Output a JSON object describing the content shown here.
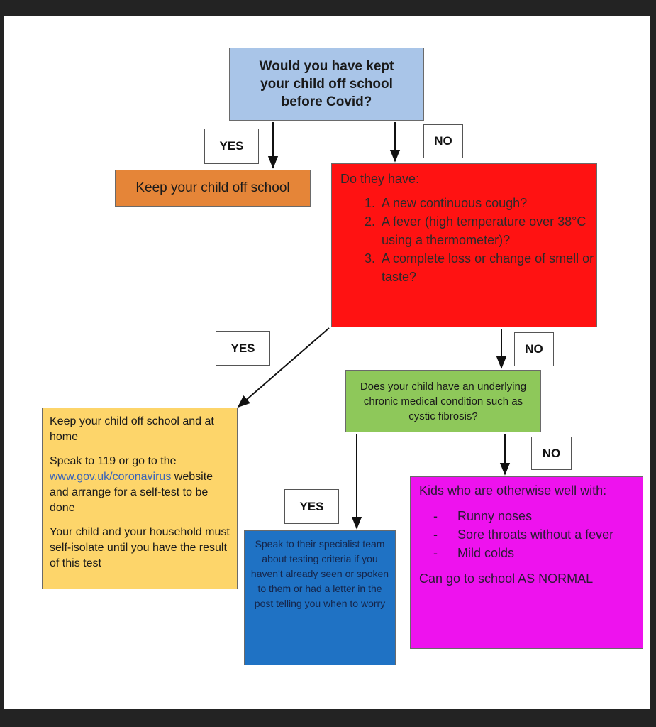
{
  "start": {
    "question_lines": [
      "Would you have kept",
      "your child off school",
      "before Covid?"
    ]
  },
  "labels": {
    "yes_1": "YES",
    "no_1": "NO",
    "yes_2": "YES",
    "no_2": "NO",
    "no_3": "NO",
    "yes_3": "YES"
  },
  "keep_off": {
    "text": "Keep your child off school"
  },
  "symptoms": {
    "intro": "Do they have:",
    "items": [
      "A new continuous cough?",
      "A fever (high temperature over 38°C using a thermometer)?",
      "A complete loss or change of smell or taste?"
    ]
  },
  "chronic": {
    "text": "Does your child have an underlying chronic medical condition such as cystic fibrosis?"
  },
  "isolate": {
    "line1": "Keep your child off school and at home",
    "speak_prefix": "Speak to 119 or go to the",
    "link": "www.gov.uk/coronavirus",
    "speak_suffix": "website and arrange for a self-test to be done",
    "line3": "Your child and your household must self-isolate until you have the result of this test"
  },
  "specialist": {
    "text": "Speak to their specialist team about testing criteria if you haven't already seen or spoken to them or had a letter in the post telling you when to worry"
  },
  "normal": {
    "intro": "Kids who are otherwise well with:",
    "items": [
      "Runny noses",
      "Sore throats without a fever",
      "Mild colds"
    ],
    "outro": "Can go to school AS NORMAL"
  }
}
